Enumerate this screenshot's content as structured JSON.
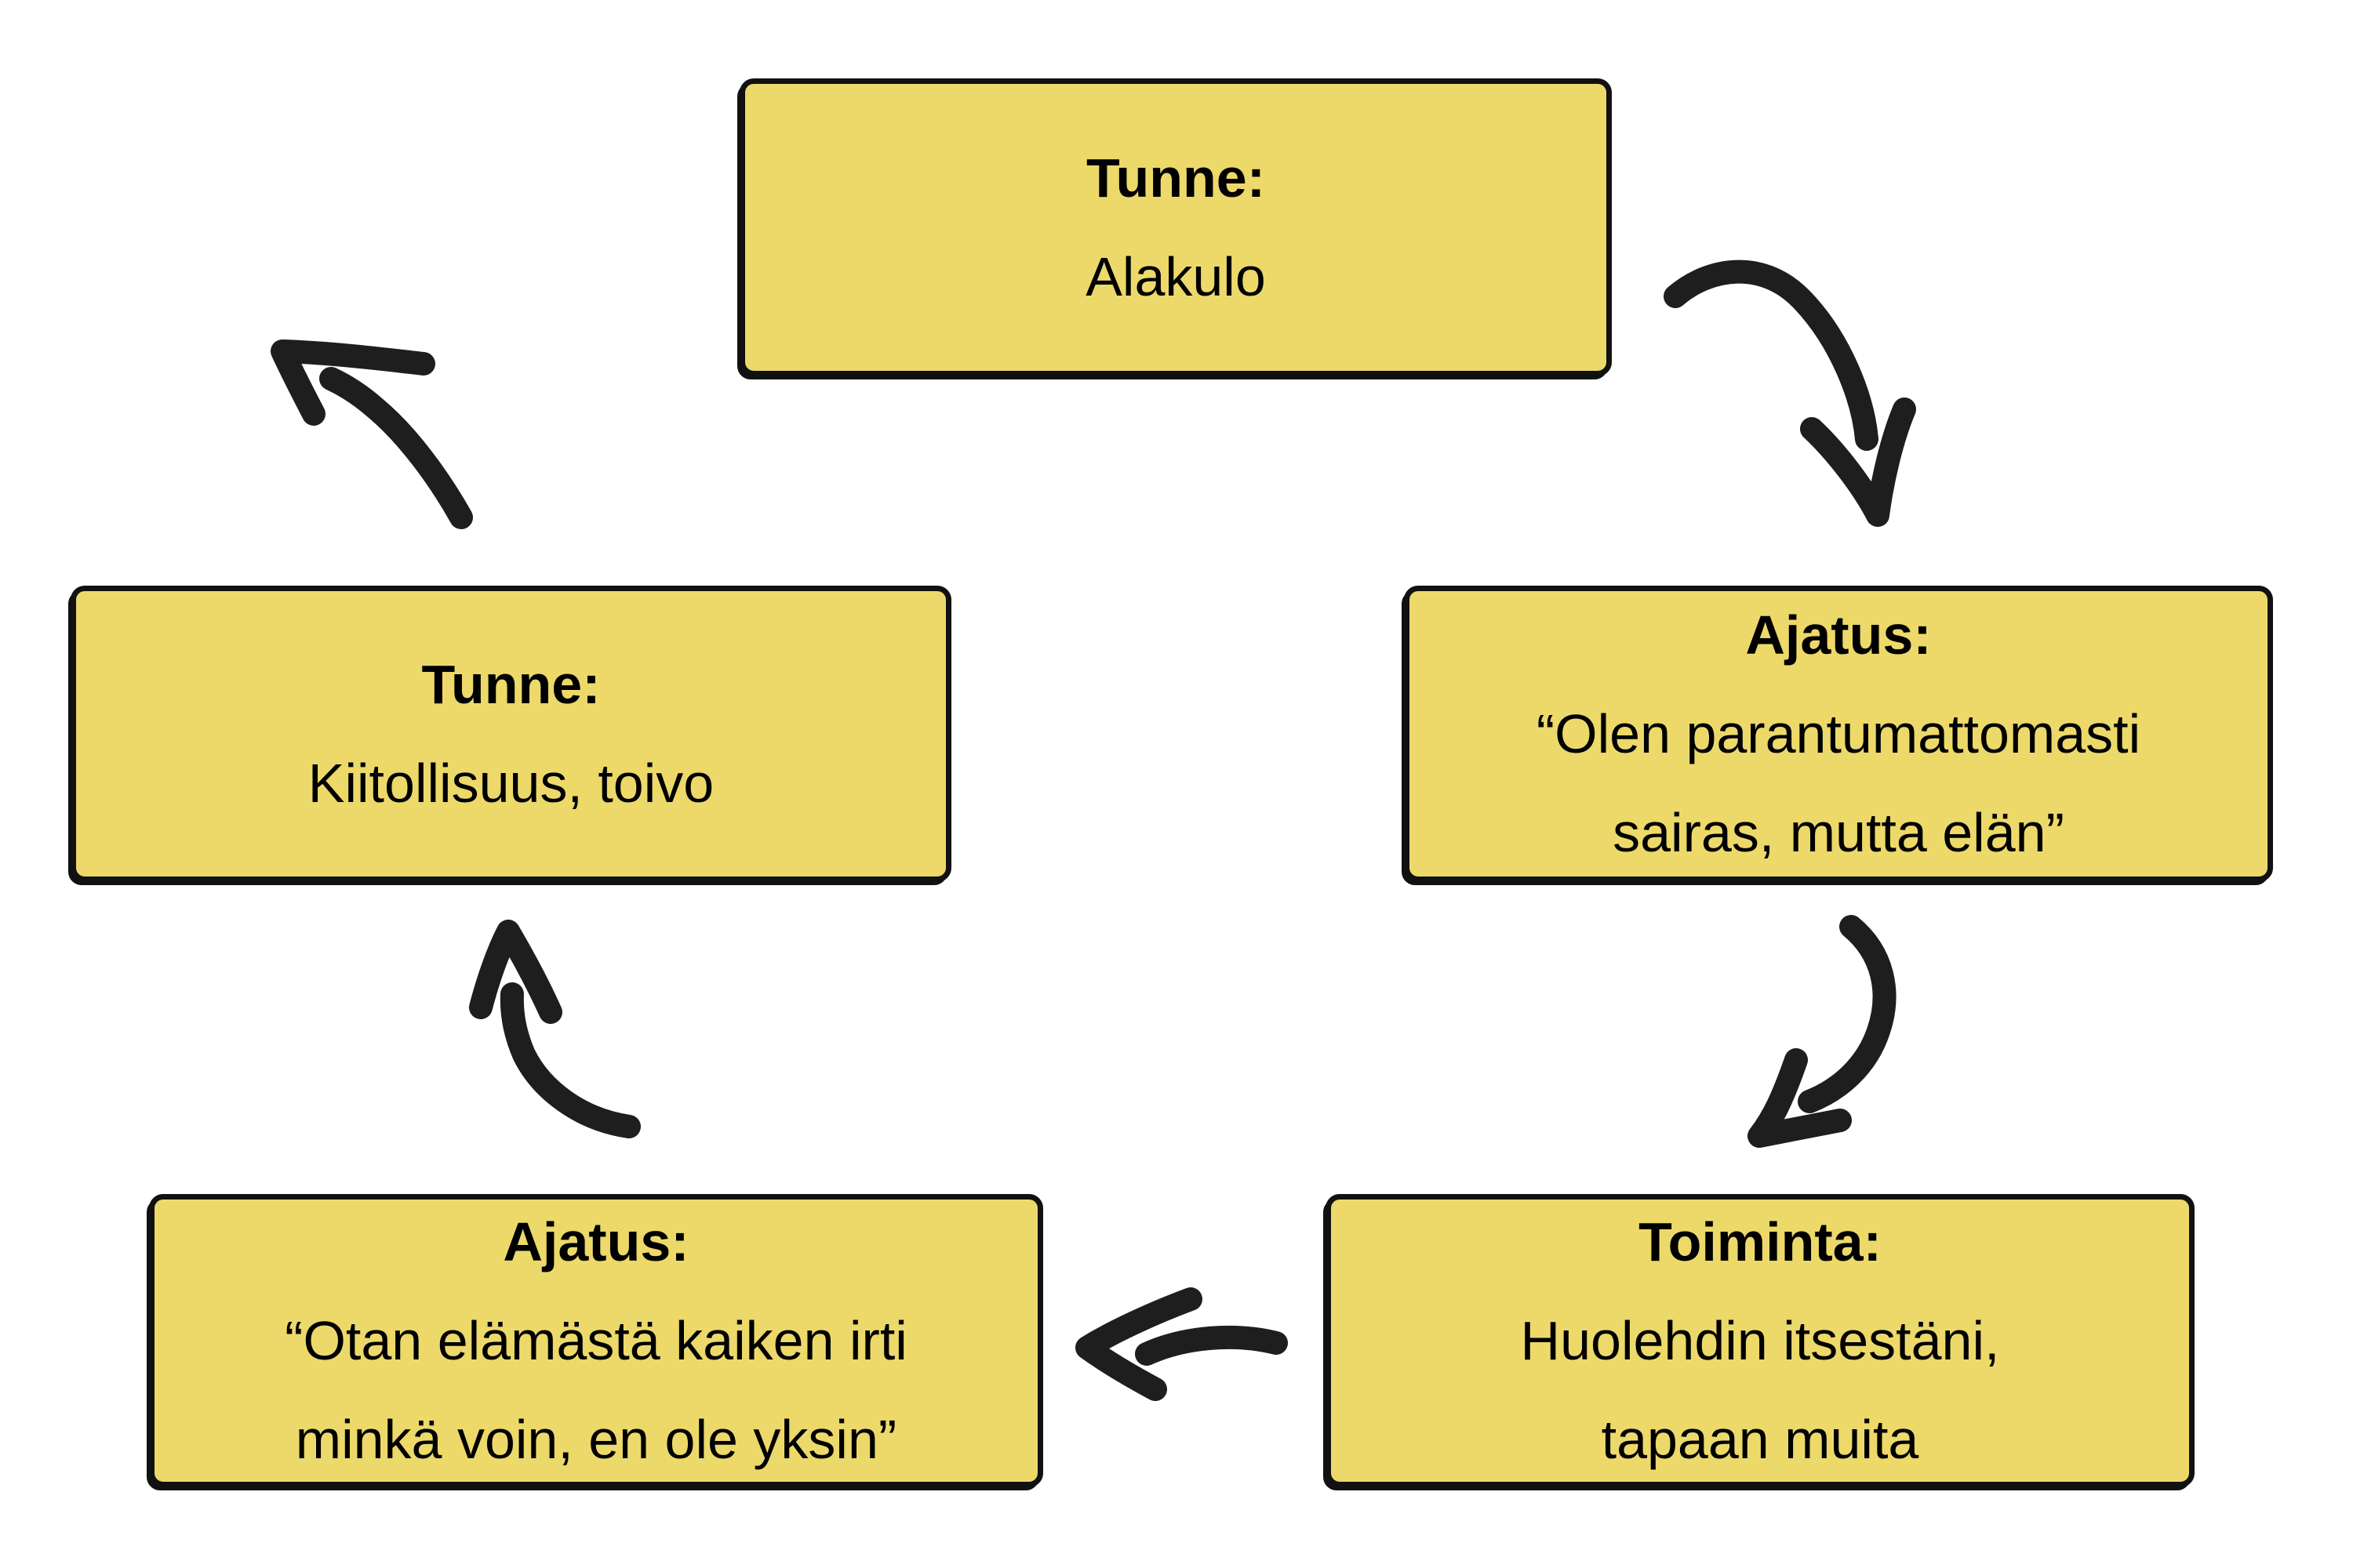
{
  "diagram": {
    "title": "",
    "colors": {
      "background": "#ffffff",
      "box_fill": "#ecd96a",
      "box_border": "#111111",
      "arrow_color": "#1e1e1e",
      "text": "#000000"
    },
    "nodes": [
      {
        "id": "feeling-lowmood",
        "heading": "Tunne:",
        "lines": [
          "Alakulo"
        ]
      },
      {
        "id": "thought-illness",
        "heading": "Ajatus:",
        "lines": [
          "“Olen parantumattomasti",
          "sairas, mutta elän”"
        ]
      },
      {
        "id": "action-selfcare",
        "heading": "Toiminta:",
        "lines": [
          "Huolehdin itsestäni,",
          "tapaan muita"
        ]
      },
      {
        "id": "thought-life",
        "heading": "Ajatus:",
        "lines": [
          "“Otan elämästä kaiken irti",
          "minkä voin, en ole yksin”"
        ]
      },
      {
        "id": "feeling-gratitude",
        "heading": "Tunne:",
        "lines": [
          "Kiitollisuus, toivo"
        ]
      }
    ],
    "arrows": [
      {
        "from": "feeling-lowmood",
        "to": "thought-illness"
      },
      {
        "from": "thought-illness",
        "to": "action-selfcare"
      },
      {
        "from": "action-selfcare",
        "to": "thought-life"
      },
      {
        "from": "thought-life",
        "to": "feeling-gratitude"
      },
      {
        "from": "feeling-gratitude",
        "to": "feeling-lowmood"
      }
    ]
  }
}
